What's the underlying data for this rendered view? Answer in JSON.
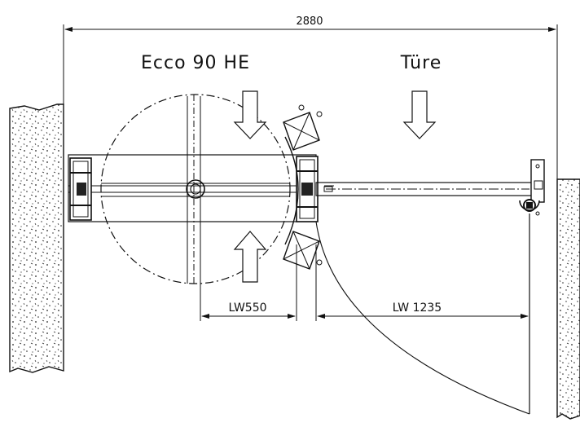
{
  "labels": {
    "overall_width": "2880",
    "turnstile_name": "Ecco 90 HE",
    "door_name": "Türe",
    "turnstile_clear_width": "LW550",
    "door_clear_width": "LW 1235"
  },
  "icons": {
    "flow_arrows": "arrow-down-icon / arrow-up-icon",
    "walls": "hatched-wall-icon"
  }
}
